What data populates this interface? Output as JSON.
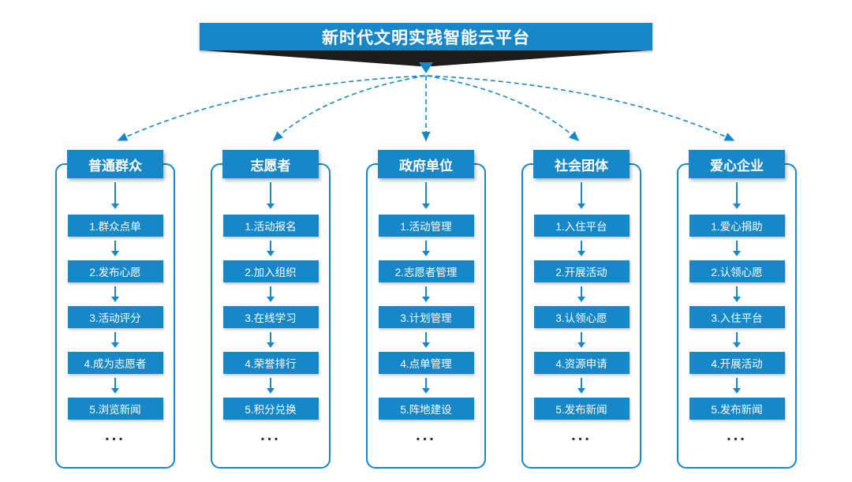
{
  "title": "新时代文明实践智能云平台",
  "colors": {
    "primary": "#1787c8",
    "funnel": "#1c1c1c",
    "text_on_primary": "#ffffff"
  },
  "columns": [
    {
      "header": "普通群众",
      "steps": [
        "1.群众点单",
        "2.发布心愿",
        "3.活动评分",
        "4.成为志愿者",
        "5.浏览新闻"
      ],
      "more": "..."
    },
    {
      "header": "志愿者",
      "steps": [
        "1.活动报名",
        "2.加入组织",
        "3.在线学习",
        "4.荣誉排行",
        "5.积分兑换"
      ],
      "more": "..."
    },
    {
      "header": "政府单位",
      "steps": [
        "1.活动管理",
        "2.志愿者管理",
        "3.计划管理",
        "4.点单管理",
        "5.阵地建设"
      ],
      "more": "..."
    },
    {
      "header": "社会团体",
      "steps": [
        "1.入住平台",
        "2.开展活动",
        "3.认领心愿",
        "4.资源申请",
        "5.发布新闻"
      ],
      "more": "..."
    },
    {
      "header": "爱心企业",
      "steps": [
        "1.爱心捐助",
        "2.认领心愿",
        "3.入住平台",
        "4.开展活动",
        "5.发布新闻"
      ],
      "more": "..."
    }
  ]
}
